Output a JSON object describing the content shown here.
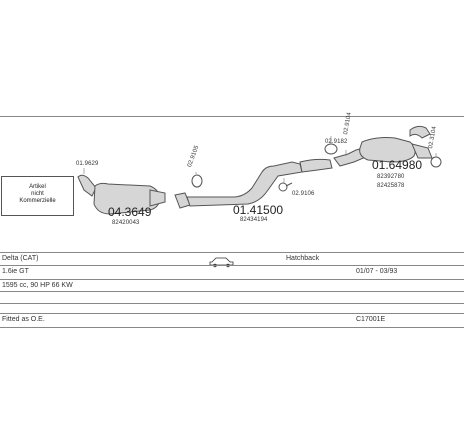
{
  "diagram": {
    "note": [
      "Artikel",
      "nicht",
      "Kommerzielle"
    ],
    "parts": [
      {
        "code": "01.9629",
        "kind": "label-small"
      },
      {
        "code": "04.3649",
        "kind": "label-big"
      },
      {
        "code": "82420043",
        "kind": "label-ref"
      },
      {
        "code": "02.9105",
        "kind": "label-small"
      },
      {
        "code": "01.41500",
        "kind": "label-big"
      },
      {
        "code": "82434194",
        "kind": "label-ref"
      },
      {
        "code": "02.9106",
        "kind": "label-small"
      },
      {
        "code": "02.9104",
        "kind": "label-small"
      },
      {
        "code": "02.9182",
        "kind": "label-small"
      },
      {
        "code": "01.64980",
        "kind": "label-big"
      },
      {
        "code": "82392780",
        "kind": "label-ref"
      },
      {
        "code": "82425878",
        "kind": "label-ref"
      },
      {
        "code": "02.3104",
        "kind": "label-small"
      }
    ]
  },
  "info_table": {
    "model": "Delta (CAT)",
    "body_type": "Hatchback",
    "engine": "1.6ie GT",
    "years": "01/07 - 03/93",
    "displacement": "1595 cc, 90 HP 66 KW",
    "kit_desc": "Fitted as O.E.",
    "kit_code": "C17001E"
  },
  "colors": {
    "line": "#888888",
    "part_fill": "#d6d6d6",
    "part_stroke": "#555555"
  }
}
